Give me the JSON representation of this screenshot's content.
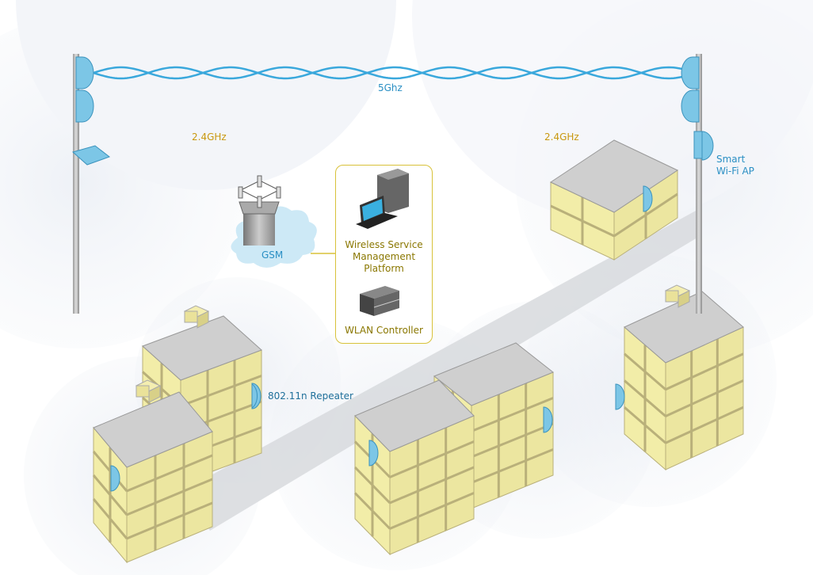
{
  "labels": {
    "band_5ghz": "5Ghz",
    "band_24_left": "2.4GHz",
    "band_24_right": "2.4GHz",
    "gsm": "GSM",
    "platform_line1": "Wireless Service",
    "platform_line2": "Management",
    "platform_line3": "Platform",
    "wlan_controller": "WLAN Controller",
    "smart_ap_line1": "Smart",
    "smart_ap_line2": "Wi-Fi AP",
    "repeater": "802.11n Repeater"
  },
  "colors": {
    "wireless_blue": "#2a8fc4",
    "frequency_orange": "#c9980e",
    "platform_olive": "#8a7700",
    "building_yellow": "#f2eda8",
    "coverage_halo": "#e9edf4"
  },
  "icons": [
    "antenna-panel-icon",
    "gsm-tower-icon",
    "cloud-icon",
    "computer-workstation-icon",
    "server-rack-icon",
    "repeater-icon",
    "building-icon"
  ]
}
